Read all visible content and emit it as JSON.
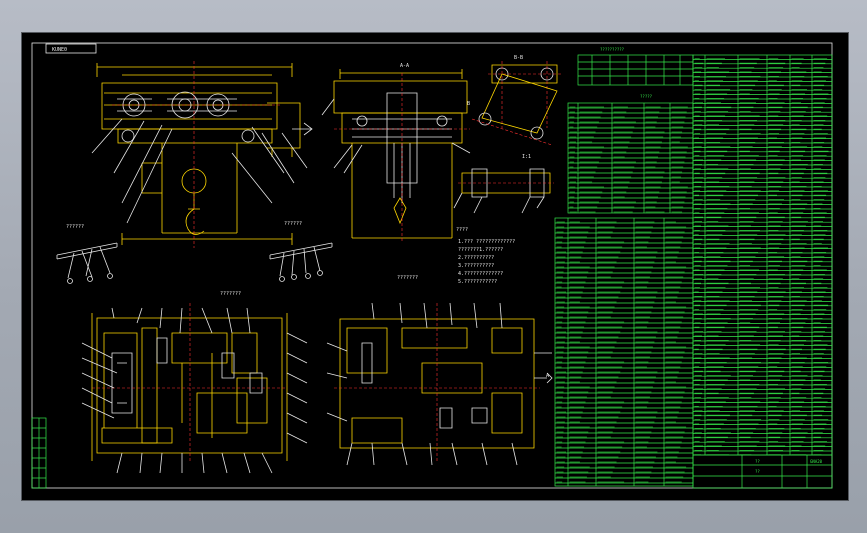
{
  "drawing": {
    "tag_label": "KUNE0",
    "view_title_top_center": "A-A",
    "view_title_top_right": "B-B",
    "note_left_detail": "??????",
    "note_right_detail": "??????",
    "bottom_center_title": "???????",
    "bottom_left_title": "???????",
    "kinematic_title": "??????????",
    "table_title_mid": "?????",
    "notes_title": "????",
    "notes_lines": [
      "1.??? ?????????????",
      "???????1.??????",
      "2.??????????",
      "3.??????????",
      "4.?????????????",
      "5.???????????"
    ],
    "titleblock_code": "GNA20",
    "titleblock_name": "??",
    "titleblock_sub": "??",
    "colors": {
      "background": "#000000",
      "frame": "#e8e8e8",
      "geometry": "#ffd800",
      "tables": "#35e84a",
      "centerlines": "#ff3030"
    }
  }
}
